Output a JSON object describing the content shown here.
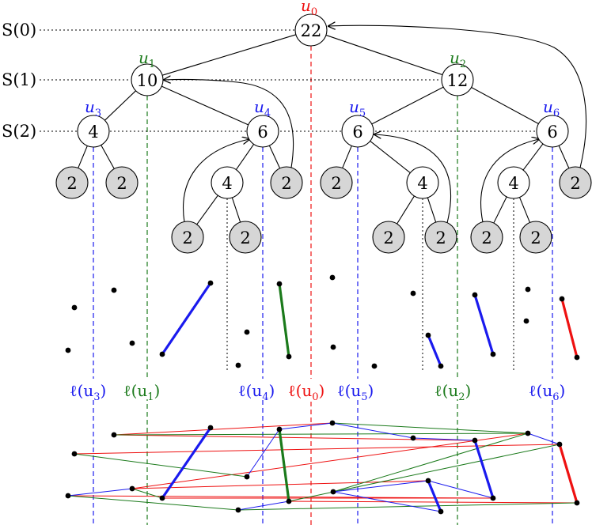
{
  "colors": {
    "red": "#ee1111",
    "green": "#1b7a1b",
    "blue": "#1a1aee",
    "leaf_fill": "#d6d6d6",
    "black": "#000000"
  },
  "levels": [
    {
      "id": "s0",
      "text": "S(0)"
    },
    {
      "id": "s1",
      "text": "S(1)"
    },
    {
      "id": "s2",
      "text": "S(2)"
    }
  ],
  "nodes": [
    {
      "id": "r",
      "value": "22",
      "tag": "u",
      "sub": "0",
      "color": "red"
    },
    {
      "id": "a",
      "value": "10",
      "tag": "u",
      "sub": "1",
      "color": "green"
    },
    {
      "id": "b",
      "value": "12",
      "tag": "u",
      "sub": "2",
      "color": "green"
    },
    {
      "id": "c",
      "value": "4",
      "tag": "u",
      "sub": "3",
      "color": "blue"
    },
    {
      "id": "d",
      "value": "6",
      "tag": "u",
      "sub": "4",
      "color": "blue"
    },
    {
      "id": "e",
      "value": "6",
      "tag": "u",
      "sub": "5",
      "color": "blue"
    },
    {
      "id": "f",
      "value": "6",
      "tag": "u",
      "sub": "6",
      "color": "blue"
    },
    {
      "id": "c1",
      "value": "2",
      "leaf": true
    },
    {
      "id": "c2",
      "value": "2",
      "leaf": true
    },
    {
      "id": "d1",
      "value": "4"
    },
    {
      "id": "d2",
      "value": "2",
      "leaf": true
    },
    {
      "id": "d11",
      "value": "2",
      "leaf": true
    },
    {
      "id": "d12",
      "value": "2",
      "leaf": true
    },
    {
      "id": "e1",
      "value": "2",
      "leaf": true
    },
    {
      "id": "e2",
      "value": "4"
    },
    {
      "id": "e21",
      "value": "2",
      "leaf": true
    },
    {
      "id": "e22",
      "value": "2",
      "leaf": true
    },
    {
      "id": "f1",
      "value": "4"
    },
    {
      "id": "f2",
      "value": "2",
      "leaf": true
    },
    {
      "id": "f11",
      "value": "2",
      "leaf": true
    },
    {
      "id": "f12",
      "value": "2",
      "leaf": true
    }
  ],
  "tree_edges": [
    [
      "r",
      "a"
    ],
    [
      "r",
      "b"
    ],
    [
      "a",
      "c"
    ],
    [
      "a",
      "d"
    ],
    [
      "b",
      "e"
    ],
    [
      "b",
      "f"
    ],
    [
      "c",
      "c1"
    ],
    [
      "c",
      "c2"
    ],
    [
      "d",
      "d1"
    ],
    [
      "d",
      "d2"
    ],
    [
      "d1",
      "d11"
    ],
    [
      "d1",
      "d12"
    ],
    [
      "e",
      "e1"
    ],
    [
      "e",
      "e2"
    ],
    [
      "e2",
      "e21"
    ],
    [
      "e2",
      "e22"
    ],
    [
      "f",
      "f1"
    ],
    [
      "f",
      "f2"
    ],
    [
      "f1",
      "f11"
    ],
    [
      "f1",
      "f12"
    ]
  ],
  "pointer_arrows": [
    [
      "f2",
      "r"
    ],
    [
      "d2",
      "a"
    ],
    [
      "d11",
      "d"
    ],
    [
      "e22",
      "e"
    ],
    [
      "f11",
      "f"
    ]
  ],
  "divider_lines": [
    {
      "tag": "u",
      "sub": "3",
      "color": "blue"
    },
    {
      "tag": "u",
      "sub": "1",
      "color": "green"
    },
    {
      "tag": "u",
      "sub": "4",
      "color": "blue"
    },
    {
      "tag": "u",
      "sub": "0",
      "color": "red"
    },
    {
      "tag": "u",
      "sub": "5",
      "color": "blue"
    },
    {
      "tag": "u",
      "sub": "2",
      "color": "green"
    },
    {
      "tag": "u",
      "sub": "6",
      "color": "blue"
    }
  ],
  "ell_symbol": "ℓ",
  "points": [
    "p1",
    "p2",
    "p3",
    "p4",
    "p5",
    "p6",
    "p7",
    "p8",
    "p9",
    "p10",
    "p11",
    "p12",
    "p13",
    "p14",
    "p15",
    "p16",
    "p17",
    "p18",
    "p19",
    "p20",
    "p21",
    "p22",
    "p23",
    "p24",
    "p25",
    "p26",
    "p27",
    "p28",
    "p29",
    "p30"
  ],
  "bold_segments": [
    {
      "from": "p5",
      "to": "p6",
      "color": "blue"
    },
    {
      "from": "p8",
      "to": "p9",
      "color": "green"
    },
    {
      "from": "p18",
      "to": "p19",
      "color": "blue"
    },
    {
      "from": "p21",
      "to": "p22",
      "color": "blue"
    },
    {
      "from": "p26",
      "to": "p27",
      "color": "red"
    }
  ],
  "graph_edges": [
    {
      "from": "g2",
      "to": "g13",
      "color": "red"
    },
    {
      "from": "g1",
      "to": "g22",
      "color": "red"
    },
    {
      "from": "g4",
      "to": "g21",
      "color": "red"
    },
    {
      "from": "g3",
      "to": "g20",
      "color": "red"
    },
    {
      "from": "g5",
      "to": "g19",
      "color": "red"
    },
    {
      "from": "g9",
      "to": "g15",
      "color": "red"
    },
    {
      "from": "g11",
      "to": "g23",
      "color": "red"
    },
    {
      "from": "g2",
      "to": "g6",
      "color": "green"
    },
    {
      "from": "g2",
      "to": "g17",
      "color": "green"
    },
    {
      "from": "g1",
      "to": "g7",
      "color": "green"
    },
    {
      "from": "g3",
      "to": "g10",
      "color": "green"
    },
    {
      "from": "g13",
      "to": "g20",
      "color": "green"
    },
    {
      "from": "g15",
      "to": "g18",
      "color": "green"
    },
    {
      "from": "g3",
      "to": "g4",
      "color": "blue"
    },
    {
      "from": "g7",
      "to": "g8",
      "color": "blue"
    },
    {
      "from": "g10",
      "to": "g11",
      "color": "blue"
    },
    {
      "from": "g13",
      "to": "g14",
      "color": "blue"
    },
    {
      "from": "g15",
      "to": "g16",
      "color": "blue"
    },
    {
      "from": "g18",
      "to": "g22",
      "color": "blue"
    },
    {
      "from": "g22",
      "to": "g23",
      "color": "blue"
    },
    {
      "from": "g12",
      "to": "g15",
      "color": "blue"
    }
  ],
  "graph_bold": [
    {
      "from": "g5",
      "to": "g6",
      "color": "blue"
    },
    {
      "from": "g8",
      "to": "g9",
      "color": "green"
    },
    {
      "from": "g16",
      "to": "g19",
      "color": "blue"
    },
    {
      "from": "g17",
      "to": "g21",
      "color": "blue"
    },
    {
      "from": "g22",
      "to": "g23",
      "color": "red"
    }
  ]
}
